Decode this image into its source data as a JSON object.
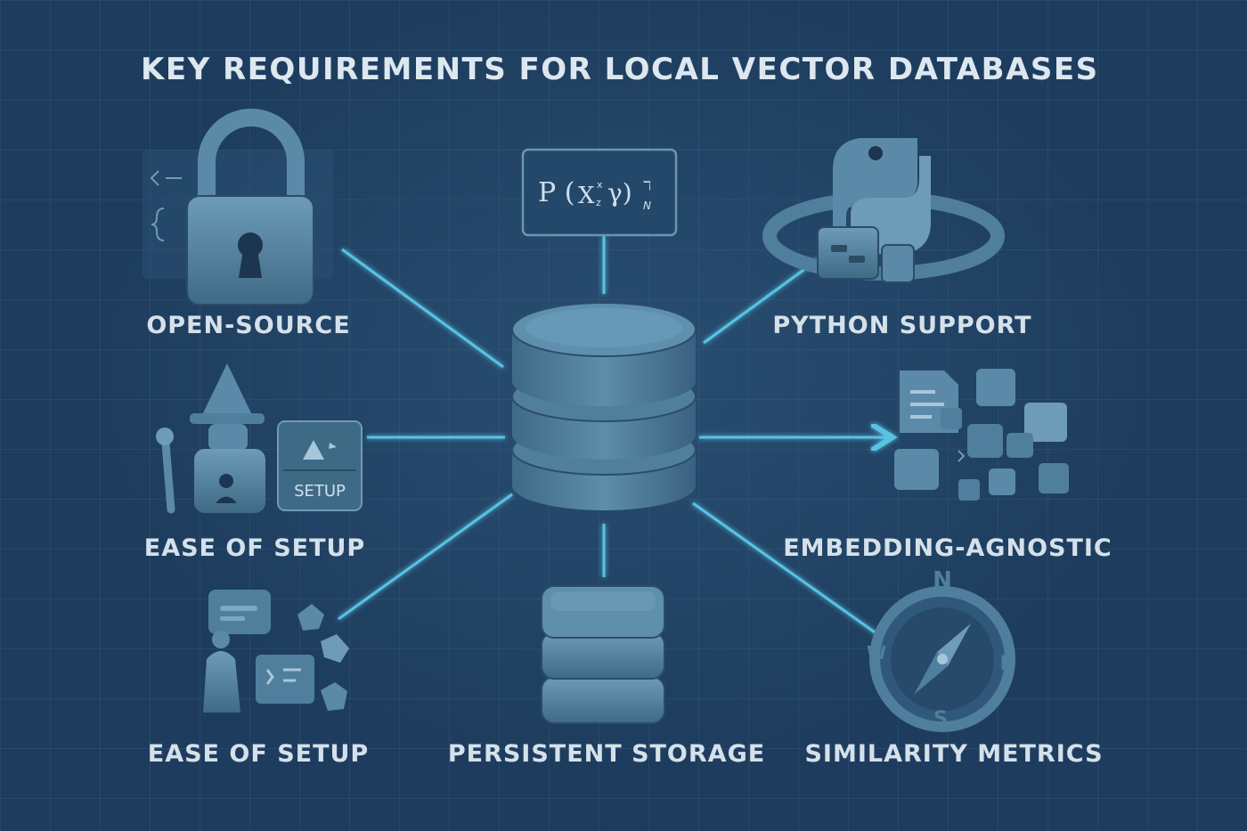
{
  "title": "KEY REQUIREMENTS FOR LOCAL VECTOR DATABASES",
  "center_node": {
    "icon": "database-icon"
  },
  "formula": {
    "main": "P (",
    "var": "X",
    "sup": "x",
    "sub": "z",
    "tail": "γ)",
    "frac_num": "ℸ",
    "frac_den": "N"
  },
  "nodes": {
    "open_source": {
      "label": "OPEN-SOURCE",
      "icon": "padlock-icon"
    },
    "ease_of_setup_1": {
      "label": "EASE OF SETUP",
      "icon": "wizard-icon",
      "setup_label": "SETUP"
    },
    "ease_of_setup_2": {
      "label": "EASE OF SETUP",
      "icon": "chat-shapes-icon"
    },
    "persistent_storage": {
      "label": "PERSISTENT STORAGE",
      "icon": "stacked-storage-icon"
    },
    "python_support": {
      "label": "PYTHON SUPPORT",
      "icon": "python-icon"
    },
    "embedding_agnostic": {
      "label": "EMBEDDING-AGNOSTIC",
      "icon": "cubes-icon"
    },
    "similarity_metrics": {
      "label": "SIMILARITY METRICS",
      "icon": "compass-icon",
      "directions": {
        "n": "N",
        "e": "E",
        "s": "S",
        "w": "W"
      }
    }
  },
  "colors": {
    "background": "#1e3d5e",
    "icon_fill": "#4f7f9c",
    "icon_light": "#6d9bb8",
    "icon_dark": "#355a74",
    "connector": "#5fd0f0",
    "text": "#d5e1ea"
  }
}
